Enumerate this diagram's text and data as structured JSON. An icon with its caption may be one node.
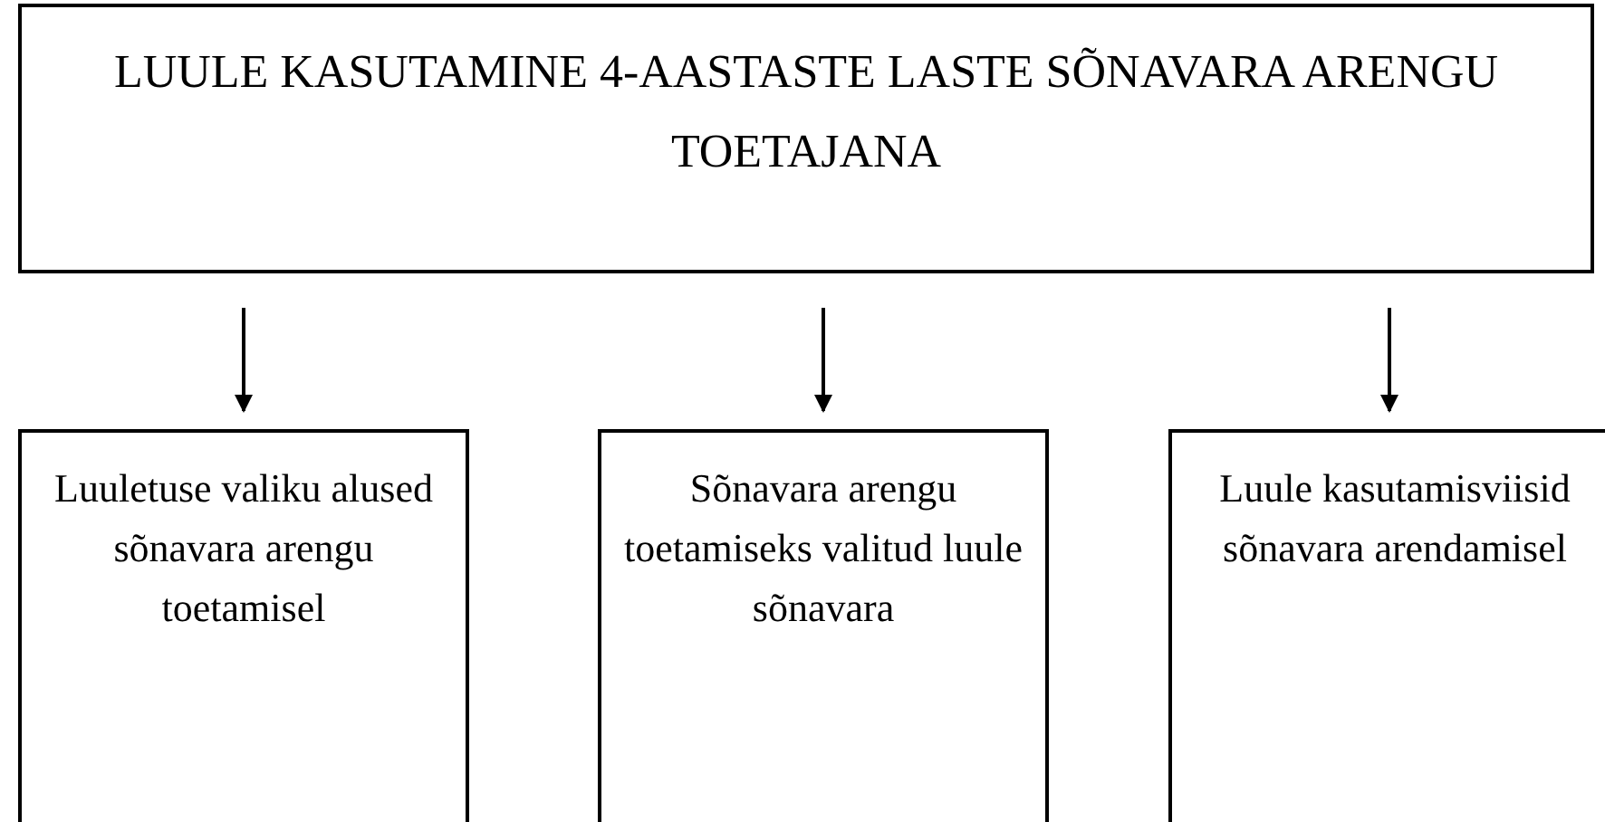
{
  "diagram": {
    "nodes": [
      {
        "text": [
          "LUULE KASUTAMINE 4-AASTASTE LASTE SÕNAVARA ARENGU TOETAJANA"
        ]
      },
      {
        "text": [
          "Luuletuse valiku alused sõnavara arengu toetamisel"
        ]
      },
      {
        "text": [
          "Sõnavara arengu toetamiseks valitud luule sõnavara"
        ]
      },
      {
        "text": [
          "Luule kasutamisviisid sõnavara arendamisel"
        ]
      }
    ],
    "edges": [
      {
        "from": 0,
        "to": 1,
        "arrow": "to"
      },
      {
        "from": 0,
        "to": 2,
        "arrow": "to"
      },
      {
        "from": 0,
        "to": 3,
        "arrow": "to"
      }
    ]
  }
}
